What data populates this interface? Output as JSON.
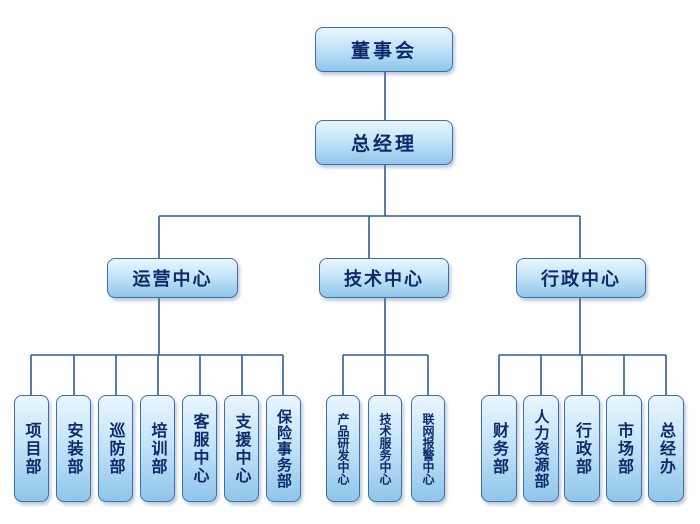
{
  "board": "董事会",
  "general_manager": "总经理",
  "centers": [
    {
      "name": "运营中心",
      "departments": [
        "项目部",
        "安装部",
        "巡防部",
        "培训部",
        "客服中心",
        "支援中心",
        "保险事务部"
      ]
    },
    {
      "name": "技术中心",
      "departments": [
        "产品研发中心",
        "技术服务中心",
        "联网报警中心"
      ]
    },
    {
      "name": "行政中心",
      "departments": [
        "财务部",
        "人力资源部",
        "行政部",
        "市场部",
        "总经办"
      ]
    }
  ],
  "colors": {
    "line": "#2f5d95",
    "box_border": "#3f6fa8",
    "text": "#0d2a6b"
  }
}
